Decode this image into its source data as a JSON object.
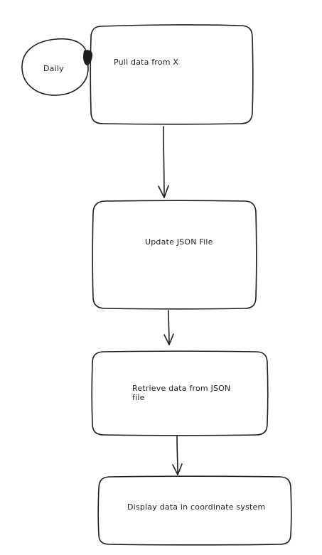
{
  "diagram": {
    "nodes": {
      "daily": {
        "label": "Daily"
      },
      "pull": {
        "label": "Pull data from X"
      },
      "update": {
        "label": "Update JSON File"
      },
      "retrieve": {
        "label": "Retrieve data from JSON\nfile"
      },
      "display": {
        "label": "Display data in coordinate system"
      }
    },
    "edges": [
      {
        "from": "daily",
        "to": "pull"
      },
      {
        "from": "pull",
        "to": "update"
      },
      {
        "from": "update",
        "to": "retrieve"
      },
      {
        "from": "retrieve",
        "to": "display"
      }
    ],
    "stroke_color": "#1e1e1e",
    "background_color": "#ffffff"
  }
}
